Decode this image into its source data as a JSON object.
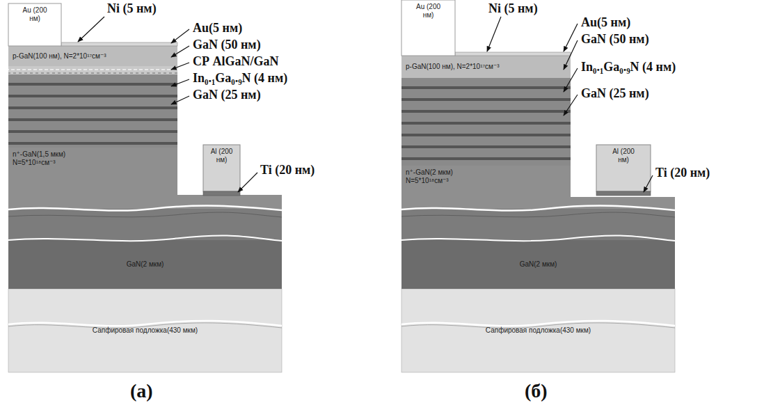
{
  "diagram": {
    "nodes": [
      {
        "text": [
          "Au (200 нм)"
        ]
      },
      {
        "text": [
          "p-GaN(100 нм), N=2*10¹⁷см⁻³"
        ]
      },
      {
        "text": [
          "n⁺-GaN(1,5 мкм) N=5*10¹⁸см⁻³"
        ]
      },
      {
        "text": [
          "Al (200 нм)"
        ]
      },
      {
        "text": [
          "GaN(2 мкм)"
        ]
      },
      {
        "text": [
          "Сапфировая подложка(430 мкм)"
        ]
      },
      {
        "text": [
          "Au (200 нм)"
        ]
      },
      {
        "text": [
          "p-GaN(100 нм), N=2*10¹⁷см⁻³"
        ]
      },
      {
        "text": [
          "n⁺-GaN(2 мкм) N=5*10¹⁸см⁻³"
        ]
      },
      {
        "text": [
          "Al (200 нм)"
        ]
      },
      {
        "text": [
          "GaN(2 мкм)"
        ]
      },
      {
        "text": [
          "Сапфировая подложка(430 мкм)"
        ]
      }
    ],
    "labels": [
      "Ni (5 нм)",
      "Au(5 нм)",
      "GaN (50 нм)",
      "СР AlGaN/GaN",
      "In₀.₁Ga₀.₉N (4 нм)",
      "GaN (25 нм)",
      "Ti (20 нм)",
      "(а)",
      "Ni (5 нм)",
      "Au(5 нм)",
      "GaN (50 нм)",
      "In₀.₁Ga₀.₉N (4 нм)",
      "GaN (25 нм)",
      "Ti (20 нм)",
      "(б)"
    ]
  }
}
